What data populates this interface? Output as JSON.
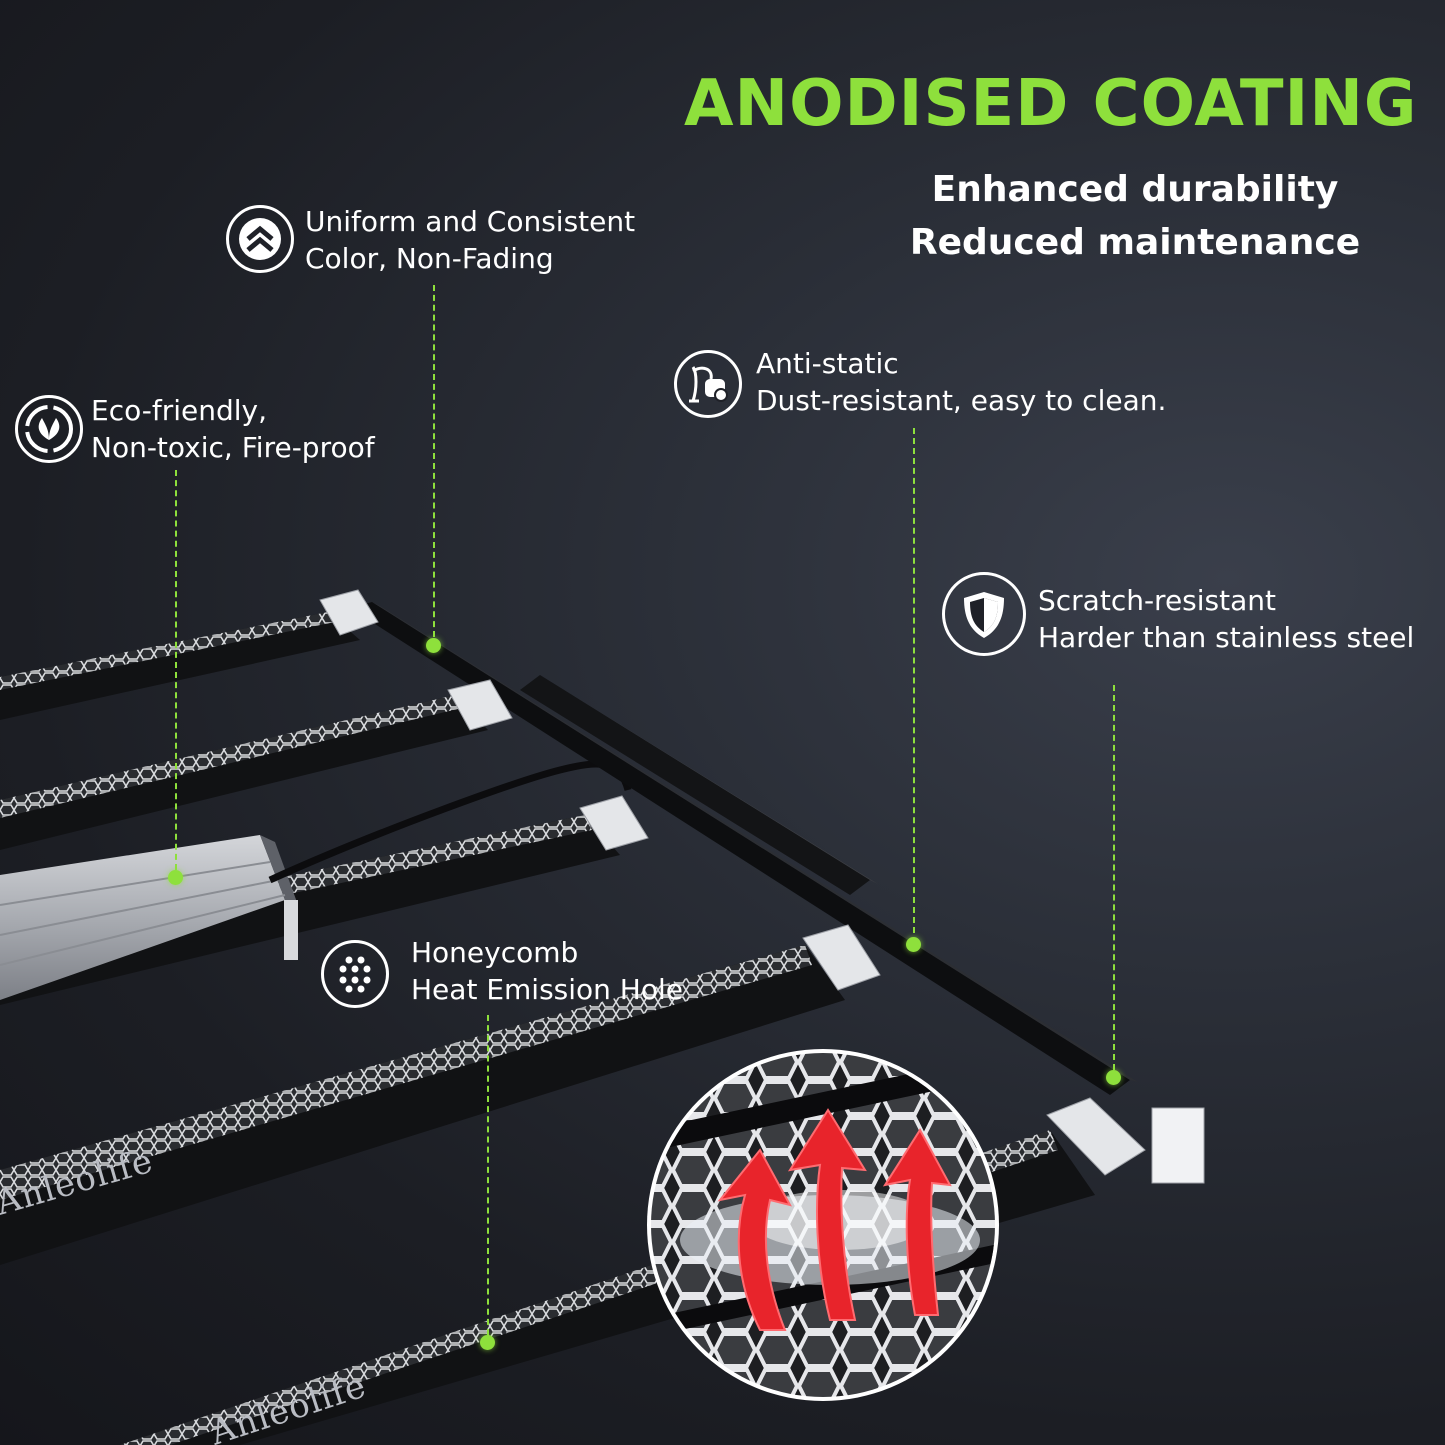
{
  "headline": "ANODISED COATING",
  "subheadings": [
    "Enhanced durability",
    "Reduced maintenance"
  ],
  "features": [
    {
      "id": "uniform-color",
      "icon": "double-chevron-up-icon",
      "lines": [
        "Uniform and Consistent",
        "Color, Non-Fading"
      ]
    },
    {
      "id": "eco-friendly",
      "icon": "recycle-leaf-icon",
      "lines": [
        "Eco-friendly,",
        "Non-toxic, Fire-proof"
      ]
    },
    {
      "id": "anti-static",
      "icon": "vacuum-cleaner-icon",
      "lines": [
        "Anti-static",
        "Dust-resistant, easy to clean."
      ]
    },
    {
      "id": "scratch-resistant",
      "icon": "shield-icon",
      "lines": [
        "Scratch-resistant",
        "Harder than stainless steel"
      ]
    },
    {
      "id": "honeycomb",
      "icon": "honeycomb-dots-icon",
      "lines": [
        "Honeycomb",
        "Heat Emission Hole"
      ]
    }
  ],
  "brand": "Anleolife",
  "colors": {
    "accent": "#8ee03c",
    "background": "#1f2128",
    "text": "#ffffff",
    "arrow": "#e8242b"
  }
}
